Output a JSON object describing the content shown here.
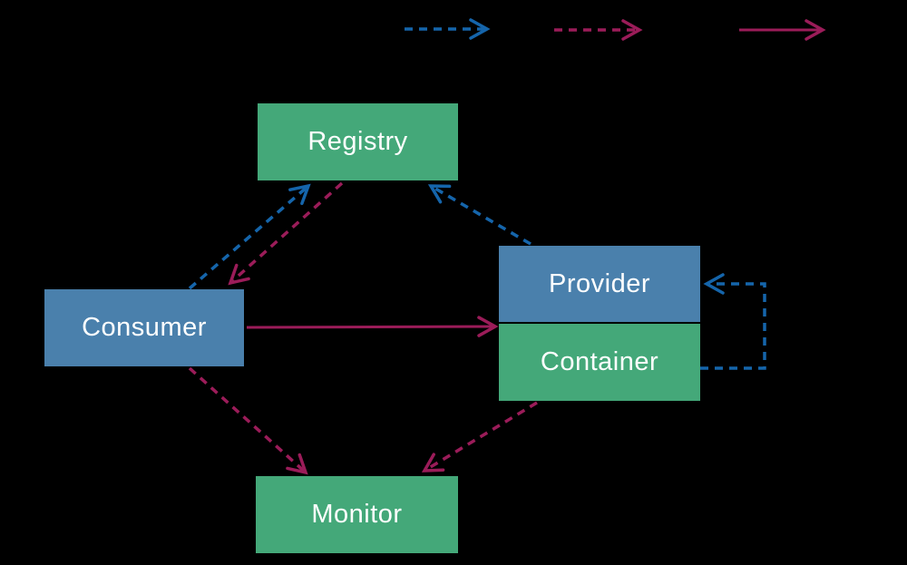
{
  "background": "#000000",
  "colors": {
    "node_blue": "#4a80ac",
    "node_green": "#44a879",
    "arrow_blue": "#1565ab",
    "arrow_magenta": "#9b1c59",
    "node_label_text": "#ffffff"
  },
  "nodes": {
    "registry": {
      "label": "Registry",
      "color_role": "green"
    },
    "consumer": {
      "label": "Consumer",
      "color_role": "blue"
    },
    "provider": {
      "label": "Provider",
      "color_role": "blue"
    },
    "container": {
      "label": "Container",
      "color_role": "green"
    },
    "monitor": {
      "label": "Monitor",
      "color_role": "green"
    }
  },
  "legend": {
    "items": [
      {
        "id": "blue-dashed-arrow",
        "line": "dashed",
        "color": "#1565ab"
      },
      {
        "id": "magenta-dashed-arrow",
        "line": "dashed",
        "color": "#9b1c59"
      },
      {
        "id": "magenta-solid-arrow",
        "line": "solid",
        "color": "#9b1c59"
      }
    ]
  },
  "edges": [
    {
      "from": "consumer",
      "to": "registry",
      "line": "dashed",
      "color": "#1565ab"
    },
    {
      "from": "registry",
      "to": "consumer",
      "line": "dashed",
      "color": "#9b1c59"
    },
    {
      "from": "provider",
      "to": "registry",
      "line": "dashed",
      "color": "#1565ab"
    },
    {
      "from": "consumer",
      "to": "provider",
      "line": "solid",
      "color": "#9b1c59"
    },
    {
      "from": "consumer",
      "to": "monitor",
      "line": "dashed",
      "color": "#9b1c59"
    },
    {
      "from": "container",
      "to": "monitor",
      "line": "dashed",
      "color": "#9b1c59"
    },
    {
      "from": "container",
      "to": "provider",
      "line": "dashed",
      "color": "#1565ab",
      "shape": "elbow"
    }
  ]
}
